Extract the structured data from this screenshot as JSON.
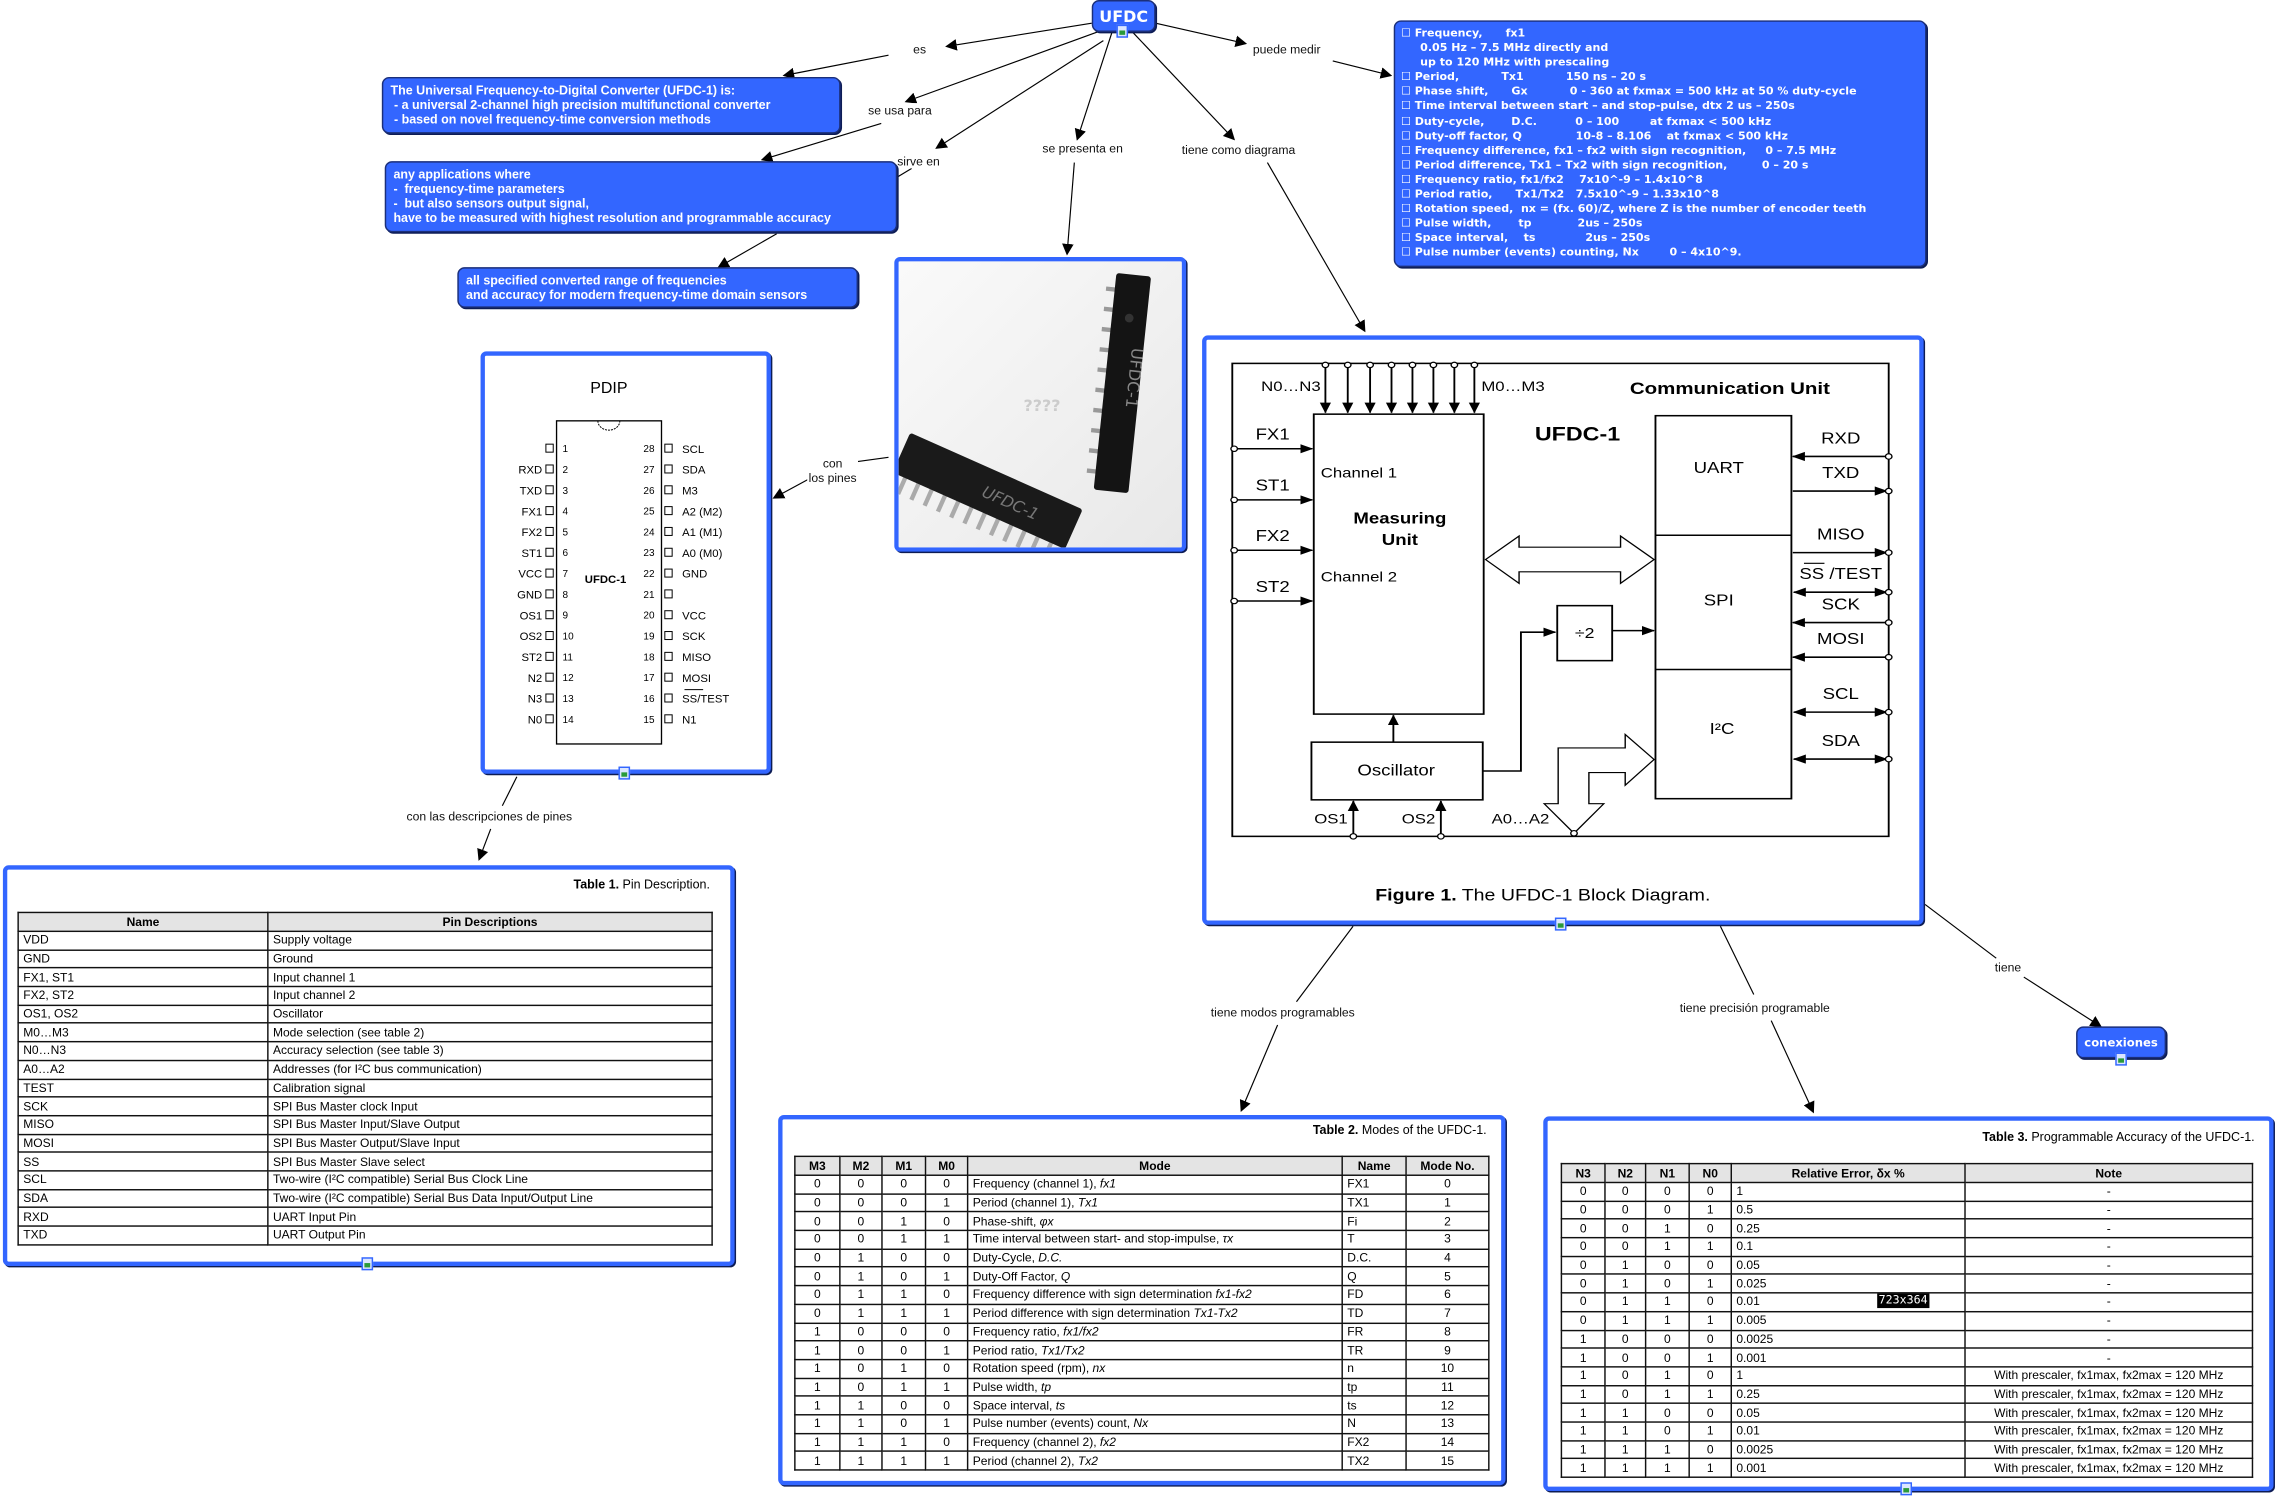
{
  "colors": {
    "node_fill": "#3366ff",
    "node_border": "#1b2f7a",
    "frame_border": "#3366ff"
  },
  "root": {
    "label": "UFDC"
  },
  "links": {
    "es": "es",
    "se_usa_para": "se usa para",
    "sirve_en": "sirve en",
    "se_presenta_en": "se presenta en",
    "tiene_como_diagrama": "tiene como diagrama",
    "puede_medir": "puede medir",
    "con_los_pines": [
      "con",
      "los pines"
    ],
    "con_descripciones": "con las descripciones de pines",
    "tiene_modos": "tiene modos programables",
    "tiene_precision": "tiene precisión programable",
    "tiene": "tiene"
  },
  "definition": {
    "lines": [
      "The Universal Frequency-to-Digital Converter (UFDC-1) is:",
      " - a universal 2-channel high precision multifunctional converter",
      " - based on novel frequency-time conversion methods"
    ]
  },
  "applications": {
    "lines": [
      "any applications where",
      "-  frequency-time parameters",
      "-  but also sensors output signal,",
      "have to be measured with highest resolution and programmable accuracy"
    ]
  },
  "specified": {
    "lines": [
      "all specified converted range of frequencies",
      "and accuracy for modern frequency-time domain sensors"
    ]
  },
  "measures": {
    "lines": [
      "☐ Frequency,      fx1",
      "     0.05 Hz – 7.5 MHz directly and",
      "     up to 120 MHz with prescaling",
      "☐ Period,           Tx1           150 ns – 20 s",
      "☐ Phase shift,      Gx           0 - 360 at fxmax = 500 kHz at 50 % duty-cycle",
      "☐ Time interval between start – and stop-pulse, dtx 2 us – 250s",
      "☐ Duty-cycle,       D.C.          0 – 100        at fxmax < 500 kHz",
      "☐ Duty-off factor, Q              10-8 – 8.106    at fxmax < 500 kHz",
      "☐ Frequency difference, fx1 – fx2 with sign recognition,     0 – 7.5 MHz",
      "☐ Period difference, Tx1 – Tx2 with sign recognition,         0 – 20 s",
      "☐ Frequency ratio, fx1/fx2    7x10^-9 – 1.4x10^8",
      "☐ Period ratio,      Tx1/Tx2   7.5x10^-9 – 1.33x10^8",
      "☐ Rotation speed,  nx = (fx. 60)/Z, where Z is the number of encoder teeth",
      "☐ Pulse width,       tp            2us – 250s",
      "☐ Space interval,    ts             2us – 250s",
      "☐ Pulse number (events) counting, Nx        0 – 4x10^9."
    ]
  },
  "photo": {
    "chip_marking": "UFDC-1",
    "question": "????"
  },
  "pdip": {
    "title": "PDIP",
    "chip_label": "UFDC-1",
    "left": [
      {
        "n": "1",
        "name": ""
      },
      {
        "n": "2",
        "name": "RXD"
      },
      {
        "n": "3",
        "name": "TXD"
      },
      {
        "n": "4",
        "name": "FX1"
      },
      {
        "n": "5",
        "name": "FX2"
      },
      {
        "n": "6",
        "name": "ST1"
      },
      {
        "n": "7",
        "name": "VCC"
      },
      {
        "n": "8",
        "name": "GND"
      },
      {
        "n": "9",
        "name": "OS1"
      },
      {
        "n": "10",
        "name": "OS2"
      },
      {
        "n": "11",
        "name": "ST2"
      },
      {
        "n": "12",
        "name": "N2"
      },
      {
        "n": "13",
        "name": "N3"
      },
      {
        "n": "14",
        "name": "N0"
      }
    ],
    "right": [
      {
        "n": "28",
        "name": "SCL"
      },
      {
        "n": "27",
        "name": "SDA"
      },
      {
        "n": "26",
        "name": "M3"
      },
      {
        "n": "25",
        "name": "A2 (M2)"
      },
      {
        "n": "24",
        "name": "A1 (M1)"
      },
      {
        "n": "23",
        "name": "A0 (M0)"
      },
      {
        "n": "22",
        "name": "GND"
      },
      {
        "n": "21",
        "name": ""
      },
      {
        "n": "20",
        "name": "VCC"
      },
      {
        "n": "19",
        "name": "SCK"
      },
      {
        "n": "18",
        "name": "MISO"
      },
      {
        "n": "17",
        "name": "MOSI"
      },
      {
        "n": "16",
        "name": "SS/TEST"
      },
      {
        "n": "15",
        "name": "N1"
      }
    ]
  },
  "block": {
    "n_label": "N0…N3",
    "m_label": "M0…M3",
    "comm_unit": "Communication Unit",
    "title": "UFDC-1",
    "inputs": [
      "FX1",
      "ST1",
      "FX2",
      "ST2"
    ],
    "channel1": "Channel 1",
    "channel2": "Channel 2",
    "measuring": [
      "Measuring",
      "Unit"
    ],
    "oscillator": "Oscillator",
    "divider": "÷2",
    "os1": "OS1",
    "os2": "OS2",
    "addr": "A0…A2",
    "uart": "UART",
    "spi": "SPI",
    "i2c": "I²C",
    "pins": [
      "RXD",
      "TXD",
      "MISO",
      "SS /TEST",
      "SCK",
      "MOSI",
      "SCL",
      "SDA"
    ],
    "caption_bold": "Figure 1.",
    "caption": " The UFDC-1 Block Diagram."
  },
  "conexiones": {
    "label": "conexiones"
  },
  "table1": {
    "title_bold": "Table 1.",
    "title": " Pin Description.",
    "headers": [
      "Name",
      "Pin Descriptions"
    ],
    "rows": [
      [
        "VDD",
        "Supply voltage"
      ],
      [
        "GND",
        "Ground"
      ],
      [
        "FX1, ST1",
        "Input channel 1"
      ],
      [
        "FX2, ST2",
        "Input channel 2"
      ],
      [
        "OS1, OS2",
        "Oscillator"
      ],
      [
        "M0…M3",
        "Mode selection (see table 2)"
      ],
      [
        "N0…N3",
        "Accuracy selection (see table 3)"
      ],
      [
        "A0…A2",
        "Addresses (for I²C bus communication)"
      ],
      [
        "TEST",
        "Calibration signal"
      ],
      [
        "SCK",
        "SPI Bus Master clock Input"
      ],
      [
        "MISO",
        "SPI Bus Master Input/Slave Output"
      ],
      [
        "MOSI",
        "SPI Bus Master Output/Slave Input"
      ],
      [
        "SS",
        "SPI Bus Master Slave select"
      ],
      [
        "SCL",
        "Two-wire (I²C compatible) Serial Bus Clock Line"
      ],
      [
        "SDA",
        "Two-wire (I²C compatible) Serial Bus Data Input/Output Line"
      ],
      [
        "RXD",
        "UART Input Pin"
      ],
      [
        "TXD",
        "UART Output Pin"
      ]
    ]
  },
  "table2": {
    "title_bold": "Table 2.",
    "title": " Modes of the UFDC-1.",
    "headers": [
      "M3",
      "M2",
      "M1",
      "M0",
      "Mode",
      "Name",
      "Mode No."
    ],
    "rows": [
      [
        "0",
        "0",
        "0",
        "0",
        "Frequency (channel 1), ",
        "fx1",
        "FX1",
        "0"
      ],
      [
        "0",
        "0",
        "0",
        "1",
        "Period (channel 1), ",
        "Tx1",
        "TX1",
        "1"
      ],
      [
        "0",
        "0",
        "1",
        "0",
        "Phase-shift, ",
        "φx",
        "Fi",
        "2"
      ],
      [
        "0",
        "0",
        "1",
        "1",
        "Time interval between start- and stop-impulse, ",
        "τx",
        "T",
        "3"
      ],
      [
        "0",
        "1",
        "0",
        "0",
        "Duty-Cycle, ",
        "D.C.",
        "D.C.",
        "4"
      ],
      [
        "0",
        "1",
        "0",
        "1",
        "Duty-Off Factor, ",
        "Q",
        "Q",
        "5"
      ],
      [
        "0",
        "1",
        "1",
        "0",
        "Frequency difference with sign determination ",
        "fx1-fx2",
        "FD",
        "6"
      ],
      [
        "0",
        "1",
        "1",
        "1",
        "Period difference with sign determination ",
        "Tx1-Tx2",
        "TD",
        "7"
      ],
      [
        "1",
        "0",
        "0",
        "0",
        "Frequency ratio, ",
        "fx1/fx2",
        "FR",
        "8"
      ],
      [
        "1",
        "0",
        "0",
        "1",
        "Period ratio, ",
        "Tx1/Tx2",
        "TR",
        "9"
      ],
      [
        "1",
        "0",
        "1",
        "0",
        "Rotation speed (rpm), ",
        "nx",
        "n",
        "10"
      ],
      [
        "1",
        "0",
        "1",
        "1",
        "Pulse width, ",
        "tp",
        "tp",
        "11"
      ],
      [
        "1",
        "1",
        "0",
        "0",
        "Space interval, ",
        "ts",
        "ts",
        "12"
      ],
      [
        "1",
        "1",
        "0",
        "1",
        "Pulse number (events) count, ",
        "Nx",
        "N",
        "13"
      ],
      [
        "1",
        "1",
        "1",
        "0",
        "Frequency (channel 2), ",
        "fx2",
        "FX2",
        "14"
      ],
      [
        "1",
        "1",
        "1",
        "1",
        "Period (channel 2), ",
        "Tx2",
        "TX2",
        "15"
      ]
    ]
  },
  "table3": {
    "title_bold": "Table 3.",
    "title": " Programmable Accuracy of the UFDC-1.",
    "headers": [
      "N3",
      "N2",
      "N1",
      "N0",
      "Relative Error, δx %",
      "Note"
    ],
    "rows": [
      [
        "0",
        "0",
        "0",
        "0",
        "1",
        "-"
      ],
      [
        "0",
        "0",
        "0",
        "1",
        "0.5",
        "-"
      ],
      [
        "0",
        "0",
        "1",
        "0",
        "0.25",
        "-"
      ],
      [
        "0",
        "0",
        "1",
        "1",
        "0.1",
        "-"
      ],
      [
        "0",
        "1",
        "0",
        "0",
        "0.05",
        "-"
      ],
      [
        "0",
        "1",
        "0",
        "1",
        "0.025",
        "-"
      ],
      [
        "0",
        "1",
        "1",
        "0",
        "0.01",
        "-"
      ],
      [
        "0",
        "1",
        "1",
        "1",
        "0.005",
        "-"
      ],
      [
        "1",
        "0",
        "0",
        "0",
        "0.0025",
        "-"
      ],
      [
        "1",
        "0",
        "0",
        "1",
        "0.001",
        "-"
      ],
      [
        "1",
        "0",
        "1",
        "0",
        "1",
        "With prescaler, fx1max, fx2max = 120 MHz"
      ],
      [
        "1",
        "0",
        "1",
        "1",
        "0.25",
        "With prescaler, fx1max, fx2max = 120 MHz"
      ],
      [
        "1",
        "1",
        "0",
        "0",
        "0.05",
        "With prescaler, fx1max, fx2max = 120 MHz"
      ],
      [
        "1",
        "1",
        "0",
        "1",
        "0.01",
        "With prescaler, fx1max, fx2max = 120 MHz"
      ],
      [
        "1",
        "1",
        "1",
        "0",
        "0.0025",
        "With prescaler, fx1max, fx2max = 120 MHz"
      ],
      [
        "1",
        "1",
        "1",
        "1",
        "0.001",
        "With prescaler, fx1max, fx2max = 120 MHz"
      ]
    ],
    "overlay_badge": "723x364"
  }
}
